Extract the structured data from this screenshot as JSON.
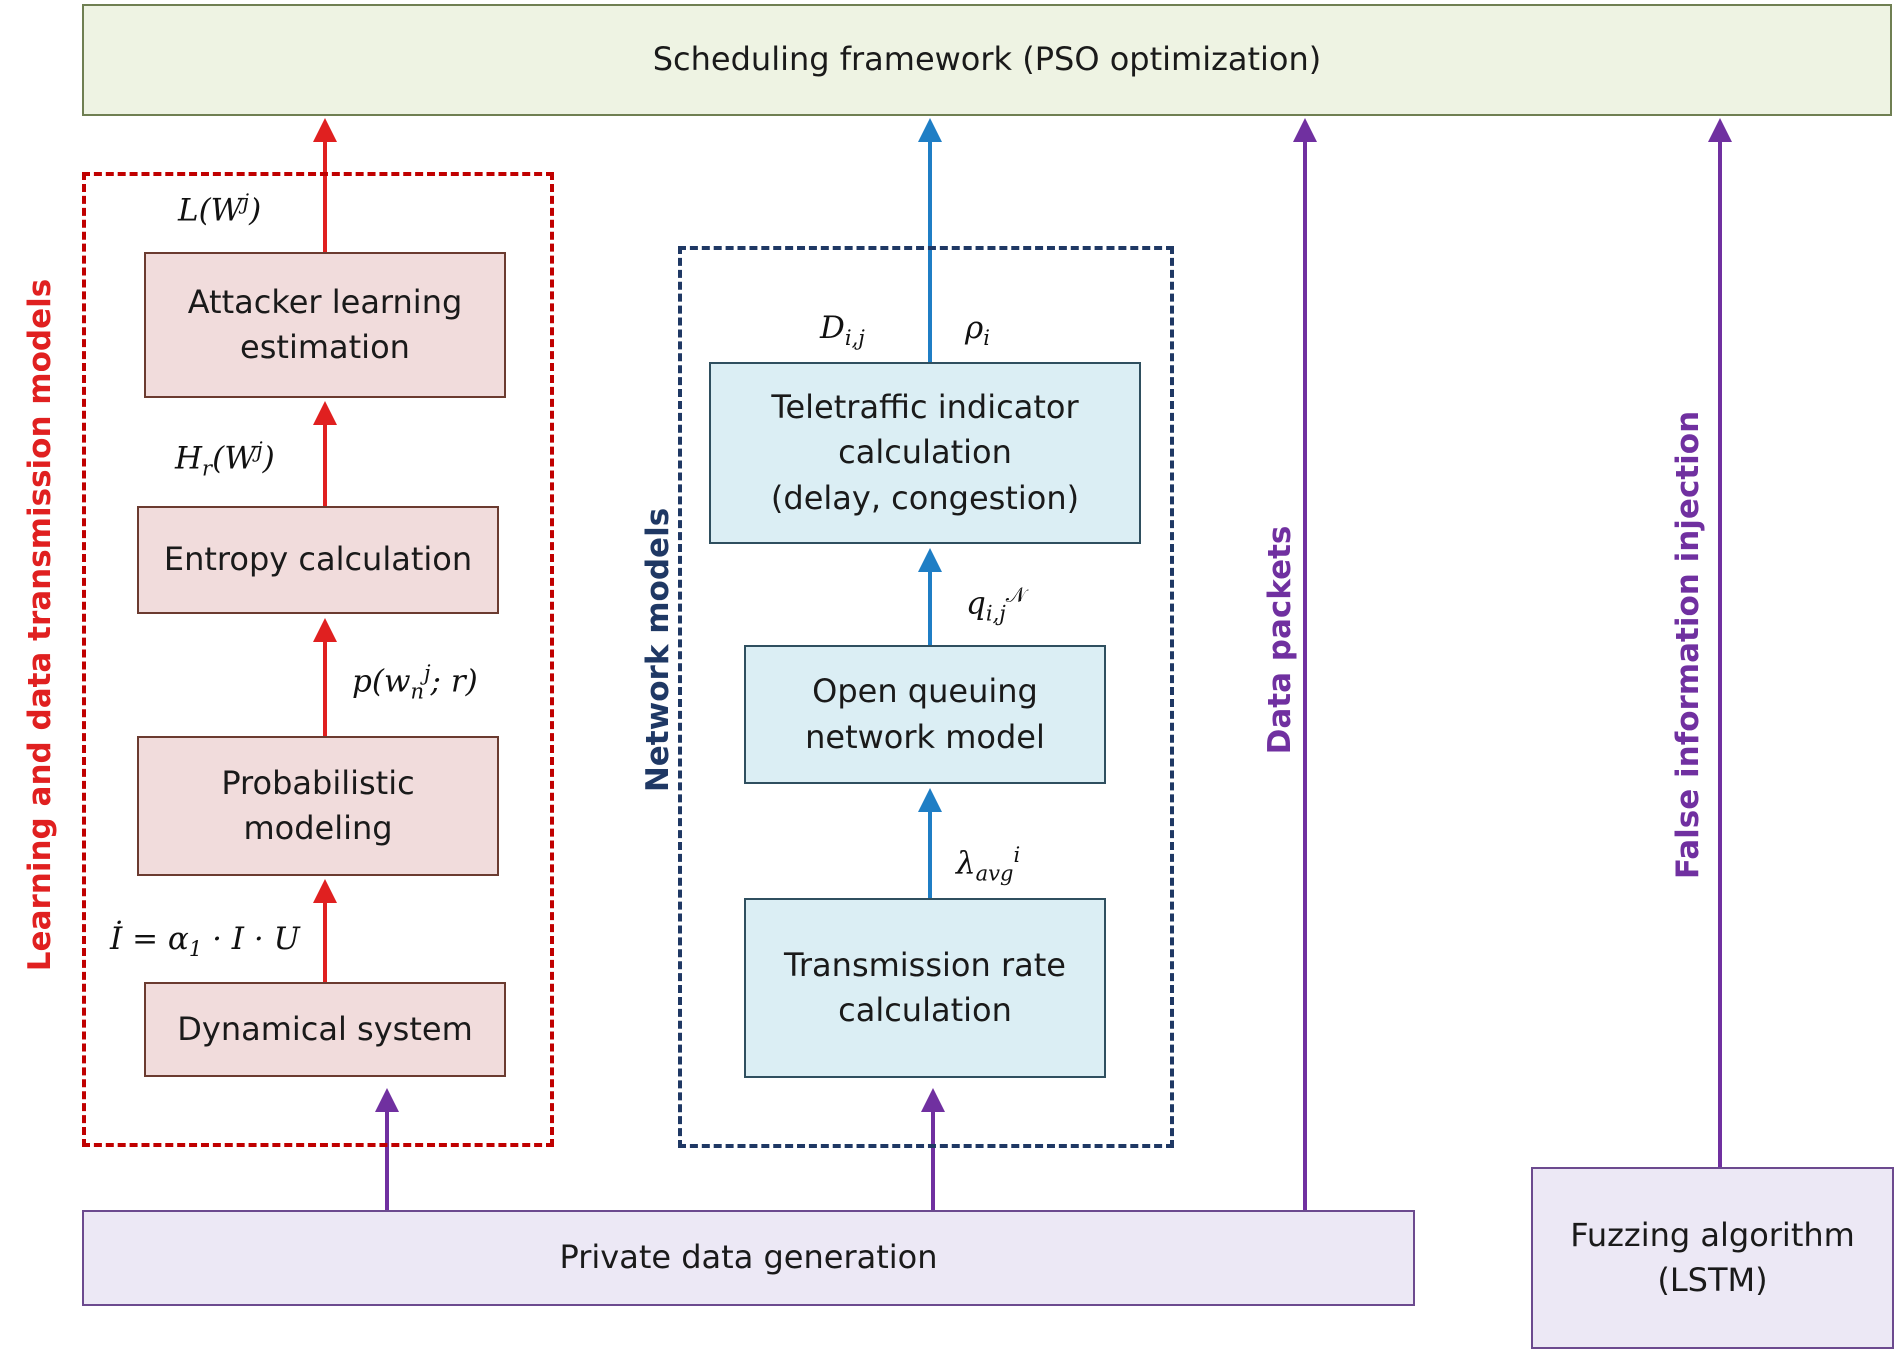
{
  "boxes": {
    "scheduling": "Scheduling framework (PSO optimization)",
    "attacker_line1": "Attacker learning",
    "attacker_line2": "estimation",
    "entropy": "Entropy calculation",
    "probabilistic_line1": "Probabilistic",
    "probabilistic_line2": "modeling",
    "dynamical": "Dynamical system",
    "teletraffic_line1": "Teletraffic indicator",
    "teletraffic_line2": "calculation",
    "teletraffic_line3": "(delay, congestion)",
    "queuing_line1": "Open queuing",
    "queuing_line2": "network model",
    "transmission_line1": "Transmission rate",
    "transmission_line2": "calculation",
    "private": "Private data generation",
    "fuzzing_line1": "Fuzzing algorithm",
    "fuzzing_line2": "(LSTM)"
  },
  "groups": {
    "learning": "Learning and data transmission models",
    "network": "Network models"
  },
  "flows": {
    "data_packets": "Data packets",
    "false_injection": "False information injection"
  },
  "math": {
    "L_W": "L(Wʲ)",
    "H_r_W": "Hᵣ(Wʲ)",
    "p_w": "p(wₙʲ; r)",
    "I_dot": "İ = α₁ · I · U",
    "D_ij": "D_{i,j}",
    "rho_i": "ρ_i",
    "q_ij": "q_{i,j}^𝒩",
    "lambda_avg": "λ_avg^i"
  },
  "colors": {
    "red": "#e02020",
    "blue": "#1f7ec5",
    "purple": "#7030a0",
    "dark_red": "#c00000",
    "navy": "#1f3864"
  }
}
